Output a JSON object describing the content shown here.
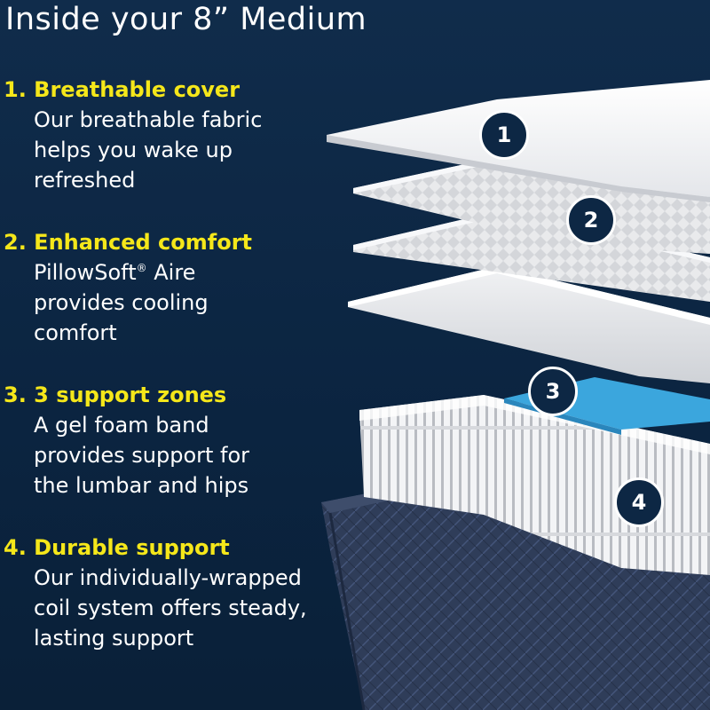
{
  "title": "Inside your 8” Medium",
  "features": [
    {
      "heading": "1. Breathable cover",
      "lines": [
        "Our breathable fabric",
        "helps you wake up",
        "refreshed"
      ]
    },
    {
      "heading": "2. Enhanced comfort",
      "lines": [
        "PillowSoft",
        "provides cooling",
        "comfort"
      ],
      "brand_mark": "®",
      "brand_suffix": " Aire"
    },
    {
      "heading": "3. 3 support zones",
      "lines": [
        "A gel foam band",
        "provides support for",
        "the lumbar and hips"
      ]
    },
    {
      "heading": "4. Durable support",
      "lines": [
        "Our individually-wrapped",
        "coil system offers steady,",
        "lasting support"
      ]
    }
  ],
  "badges": [
    "1",
    "2",
    "3",
    "4"
  ],
  "colors": {
    "background": "#0d2744",
    "heading": "#f5e71a",
    "text": "#ffffff",
    "gel_band": "#3ba6dd",
    "base": "#2b3a55"
  }
}
